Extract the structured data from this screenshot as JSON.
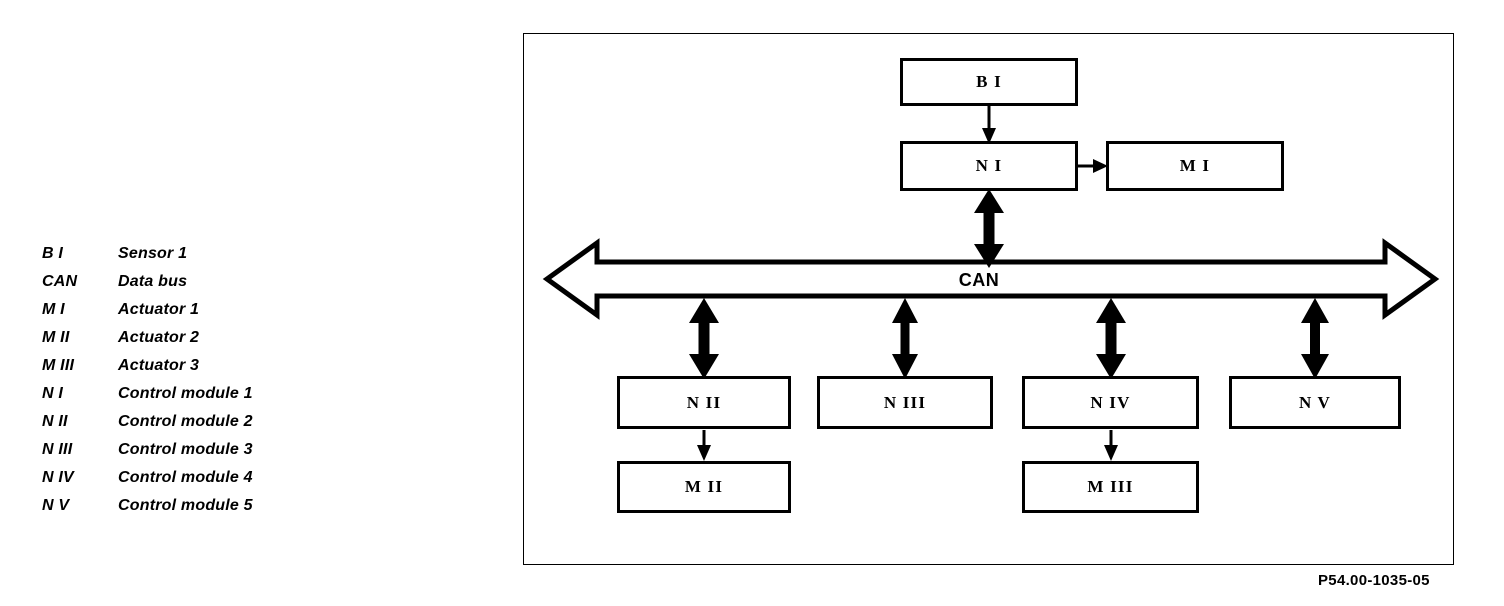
{
  "legend": {
    "rows": [
      {
        "key": "B I",
        "desc": "Sensor 1"
      },
      {
        "key": "CAN",
        "desc": "Data bus"
      },
      {
        "key": "M I",
        "desc": "Actuator 1"
      },
      {
        "key": "M II",
        "desc": "Actuator 2"
      },
      {
        "key": "M III",
        "desc": "Actuator 3"
      },
      {
        "key": "N I",
        "desc": "Control module 1"
      },
      {
        "key": "N II",
        "desc": "Control module 2"
      },
      {
        "key": "N III",
        "desc": "Control module 3"
      },
      {
        "key": "N IV",
        "desc": "Control module 4"
      },
      {
        "key": "N V",
        "desc": "Control module 5"
      }
    ]
  },
  "diagram": {
    "bus_label": "CAN",
    "nodes": {
      "b1": "B I",
      "n1": "N I",
      "m1": "M I",
      "n2": "N II",
      "m2": "M II",
      "n3": "N III",
      "n4": "N IV",
      "m3": "M III",
      "n5": "N V"
    }
  },
  "caption": "P54.00-1035-05",
  "colors": {
    "ink": "#000000",
    "paper": "#ffffff"
  }
}
